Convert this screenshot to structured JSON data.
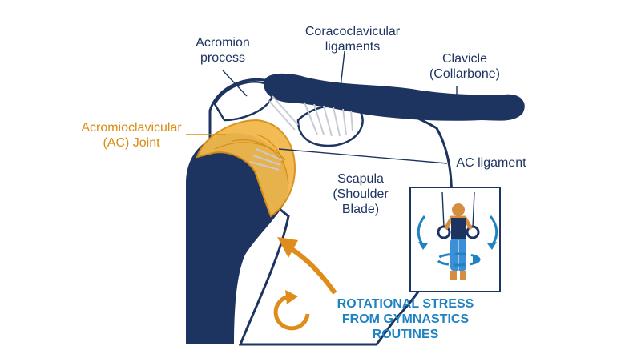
{
  "labels": {
    "acromion": [
      "Acromion",
      "process"
    ],
    "coracoclavicular": [
      "Coracoclavicular",
      "ligaments"
    ],
    "clavicle": [
      "Clavicle",
      "(Collarbone)"
    ],
    "ac_joint": [
      "Acromioclavicular",
      "(AC) Joint"
    ],
    "ac_ligament": "AC ligament",
    "scapula": [
      "Scapula",
      "(Shoulder",
      "Blade)"
    ],
    "stress": [
      "ROTATIONAL STRESS",
      "FROM GYMNASTICS",
      "ROUTINES"
    ]
  },
  "colors": {
    "bone_dark": "#1d3461",
    "bone_light": "#ffffff",
    "joint_orange": "#f2b84b",
    "label_orange": "#d98e16",
    "stress_blue": "#1f83c2",
    "ligament_gray": "#d5d8dc"
  },
  "icons": [
    "rotation-arrow-icon",
    "curved-arrow-icon",
    "gymnast-on-rings-icon"
  ]
}
